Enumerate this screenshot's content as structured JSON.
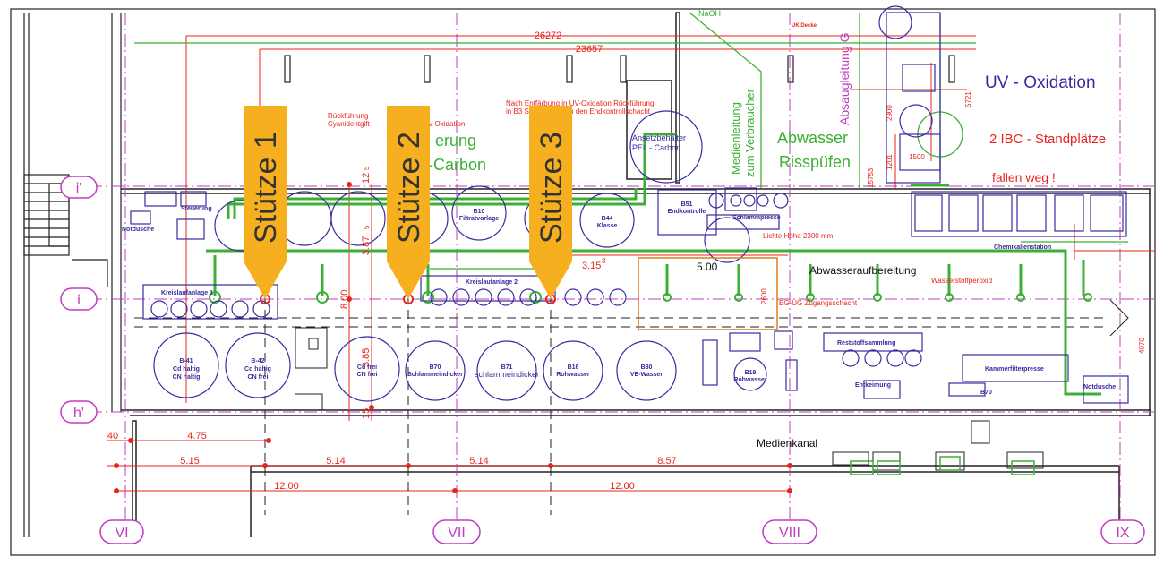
{
  "markers": [
    {
      "label": "Stütze 1"
    },
    {
      "label": "Stütze 2"
    },
    {
      "label": "Stütze 3"
    }
  ],
  "grid_axes": {
    "columns": [
      "VI",
      "VII",
      "VIII",
      "IX"
    ],
    "rows": [
      "i'",
      "i",
      "h'"
    ]
  },
  "dimensions": {
    "top": [
      "26272",
      "23657"
    ],
    "row1": [
      "40",
      "4.75"
    ],
    "row2": [
      "5.15",
      "5.14",
      "5.14",
      "8.57"
    ],
    "row3": [
      "12.00",
      "12.00"
    ],
    "vertical": [
      "8.00",
      "3.87",
      "5",
      "12",
      "5",
      "3.85",
      "15",
      "3.15",
      "3",
      "5.00",
      "2600",
      "15753",
      "1201",
      "2900",
      "5721",
      "1500",
      "4070"
    ]
  },
  "annotations": {
    "uv_oxidation": "UV - Oxidation",
    "ibc": "2 IBC - Standplätze",
    "fallen_weg": "fallen weg !",
    "abwasser": "Abwasser",
    "risspruefen": "Risspüfen",
    "medienleitung": "Medienleitung",
    "zum_verbraucher": "zum Verbraucher",
    "absaugleitung": "Absaugleitung G",
    "erung": "erung",
    "carbon": "-Carbon",
    "rueckfuehrung_1": "Rückführung",
    "rueckfuehrung_1b": "Cyanidentgift",
    "rueckfuehrung_1c": "V-Oxidation",
    "nach_entfaerbung_1": "Nach Entfärbung in UV-Oxidation Rückführung",
    "nach_entfaerbung_2": "in B3  Sandfiltration in den Endkontrollschacht",
    "lichte_hoehe": "Lichte Höhe 2300 mm",
    "abwasseraufbereitung": "Abwasseraufbereitung",
    "wasserstoffperoxid": "Wasserstoffperoxid",
    "zugangsschacht": "EG-UG Zugangsschacht",
    "medienkanal": "Medienkanal",
    "uk_decke": "UK Decke",
    "nach": "NaOH",
    "ansetzbehaelter_1": "Ansetzbehälter",
    "ansetzbehaelter_2": "PEL - Carbon",
    "schlammdicker": "schlammeindicker"
  },
  "tanks": {
    "b41_1": "B-41",
    "b41_2": "Cd haltig",
    "b41_3": "CN haltig",
    "b42_1": "B-42",
    "b42_2": "Cd haltig",
    "b42_3": "CN frei",
    "cd_frei_1": "Cd frei",
    "cd_frei_2": "CN frei",
    "b70_1": "B70",
    "b70_2": "Schlammeindicker",
    "b71": "B71",
    "b16_1": "B16",
    "b16_2": "Rohwasser",
    "b30_1": "B30",
    "b30_2": "VE-Wasser",
    "b19_1": "B19",
    "b19_2": "Rohwasser",
    "b10_1": "B10",
    "b10_2": "Filtratvorlage",
    "b44_1": "B44",
    "b44_2": "Klasse",
    "b51_1": "B51",
    "b51_2": "Endkontrolle",
    "kreislaufanlage_1": "Kreislaufanlage 1",
    "kreislaufanlage_2": "Kreislaufanlage 2",
    "steuerung": "Steuerung",
    "notdusche": "Notdusche",
    "schnecke": "Schlammpresse",
    "kammerfilterpresse": "Kammerfilterpresse",
    "reststoffsammlung": "Reststoffsammlung",
    "chemikalienstation": "Chemikalienstation",
    "entkeimung": "Entkeimung",
    "b70_misc": "B70",
    "notdusche_r": "Notdusche"
  },
  "colors": {
    "marker": "#f6b01f",
    "green": "#3cb034",
    "red": "#e8251c",
    "blue": "#3a2aa0",
    "magenta": "#c23bc2",
    "orange": "#e07a1a"
  }
}
